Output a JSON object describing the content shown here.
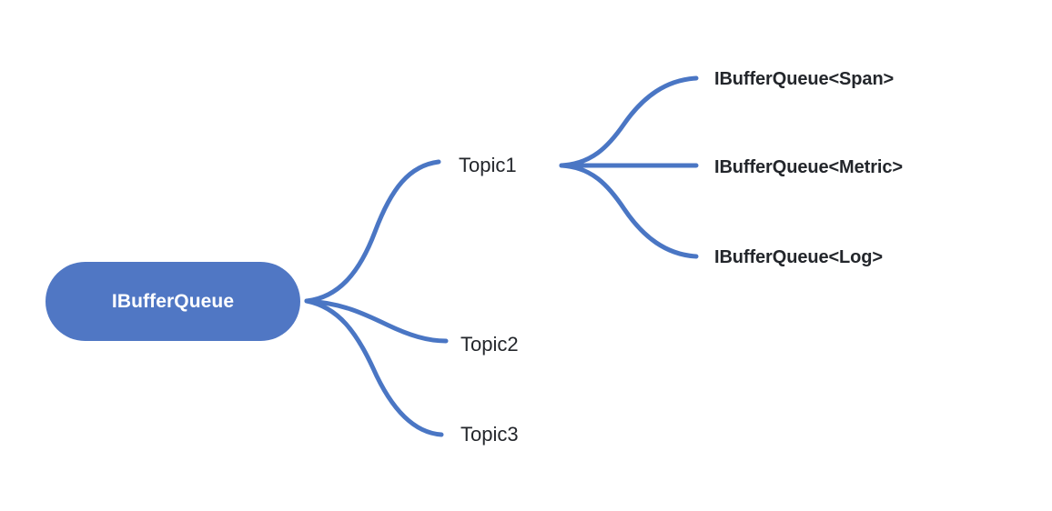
{
  "diagram": {
    "type": "mindmap",
    "background_color": "#ffffff",
    "edge_color": "#4a76c4",
    "edge_width": 5,
    "root": {
      "label": "IBufferQueue",
      "fill_color": "#5077c4",
      "text_color": "#ffffff",
      "shape": "rounded-pill"
    },
    "branches": [
      {
        "label": "Topic1",
        "text_color": "#23262b",
        "children": [
          {
            "label": "IBufferQueue<Span>",
            "text_color": "#23262b"
          },
          {
            "label": "IBufferQueue<Metric>",
            "text_color": "#23262b"
          },
          {
            "label": "IBufferQueue<Log>",
            "text_color": "#23262b"
          }
        ]
      },
      {
        "label": "Topic2",
        "text_color": "#23262b",
        "children": []
      },
      {
        "label": "Topic3",
        "text_color": "#23262b",
        "children": []
      }
    ]
  }
}
